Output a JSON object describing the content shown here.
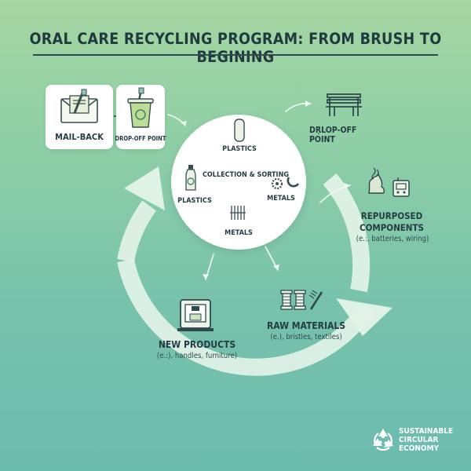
{
  "title": "ORAL CARE RECYCLING PROGRAM: FROM BRUSH TO BEGINING",
  "colors": {
    "ink": "#253c42",
    "ring": "#e4f3e8",
    "hub": "#ffffff",
    "accent_green": "#3f8a6a"
  },
  "inputs": {
    "mail_back": "MAIL-BACK",
    "drop_off_point": "DROP-OFF POINT"
  },
  "hub": {
    "plastics_top": "PLASTICS",
    "collection_sorting": "COLLECTION & SORTING",
    "plastics_left": "PLASTICS",
    "metals_right": "METALS",
    "metals_bottom": "METALS"
  },
  "outputs": {
    "drop_off_point": "DŖLOP-OFF POINT",
    "repurposed_line1": "REPURPOSED",
    "repurposed_line2": "COMPONENTS",
    "repurposed_sub": "(e.:, batteries, wiring)",
    "raw_materials": "RAW MATERIALS",
    "raw_materials_sub": "(e.), bristles, textiles)",
    "new_products": "NEW PRODUCTS",
    "new_products_sub": "(e.:), handles, furniture)"
  },
  "badge": {
    "line1": "SUSTAINABLE",
    "line2": "CIRCULAR",
    "line3": "ECONOMY"
  },
  "icons": [
    "envelope-toothbrush-icon",
    "recycle-bin-icon",
    "bench-icon",
    "broken-toothbrush-icon",
    "battery-icon",
    "tube-icon",
    "bottle-icon",
    "gears-magnet-icon",
    "bristles-icon",
    "spools-brush-icon",
    "3d-printer-icon",
    "recycle-icon"
  ]
}
